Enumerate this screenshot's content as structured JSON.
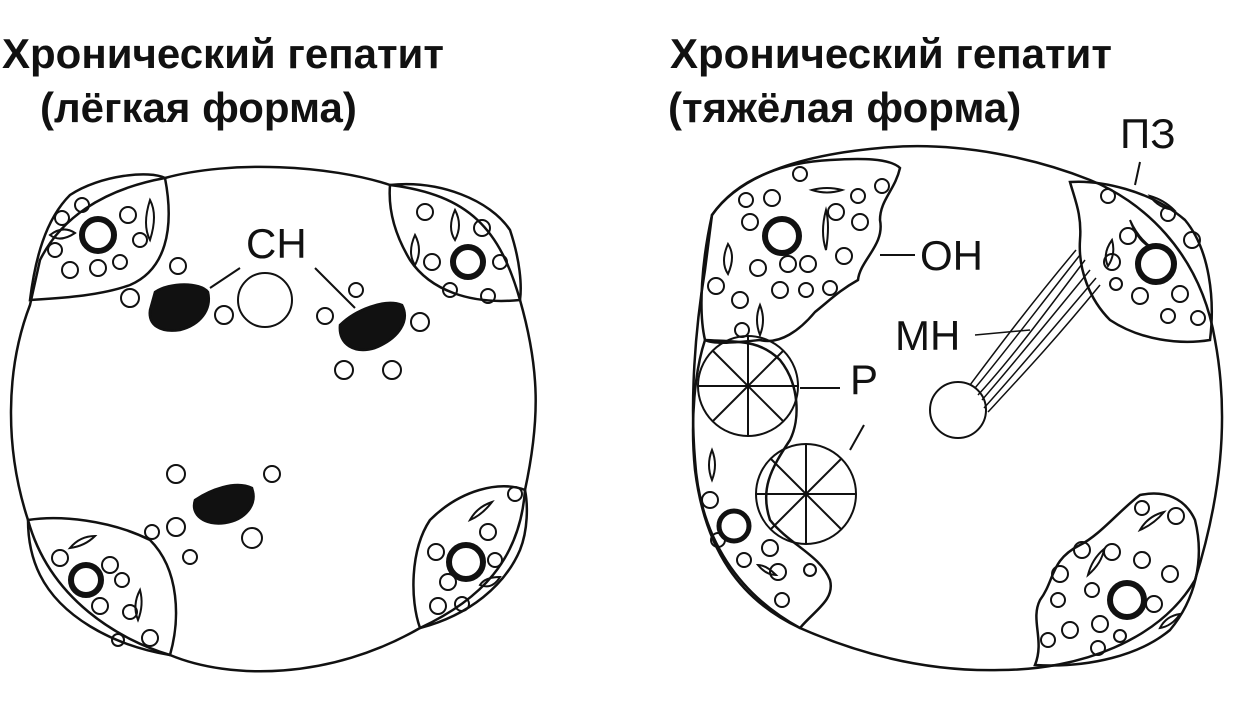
{
  "left_panel": {
    "title_line1": "Хронический гепатит",
    "title_line2": "(лёгкая форма)",
    "label_cn": "СН"
  },
  "right_panel": {
    "title_line1": "Хронический гепатит",
    "title_line2": "(тяжёлая форма)",
    "label_on": "ОН",
    "label_mn": "МН",
    "label_p": "Р",
    "label_pz": "ПЗ"
  }
}
